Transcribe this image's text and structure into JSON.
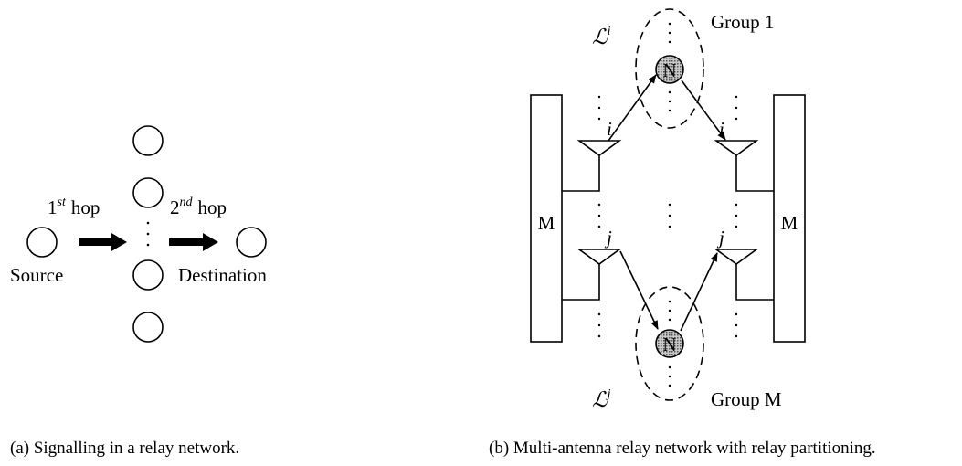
{
  "panel_a": {
    "hop1_base": "1",
    "hop1_sup": "st",
    "hop1_word": "hop",
    "hop2_base": "2",
    "hop2_sup": "nd",
    "hop2_word": "hop",
    "source_label": "Source",
    "destination_label": "Destination",
    "caption": "(a) Signalling in a relay network."
  },
  "panel_b": {
    "left_block_label": "M",
    "right_block_label": "M",
    "relay_node_label": "N",
    "antenna_index_i": "i",
    "antenna_index_j": "j",
    "set_symbol": "ℒ",
    "set_sup_i": "i",
    "set_sup_j": "j",
    "group_top_label": "Group 1",
    "group_bottom_label": "Group M",
    "caption": "(b) Multi-antenna relay network with relay partitioning."
  },
  "colors": {
    "ink": "#000000",
    "node_fill": "#9a9a9a",
    "background": "#ffffff"
  }
}
